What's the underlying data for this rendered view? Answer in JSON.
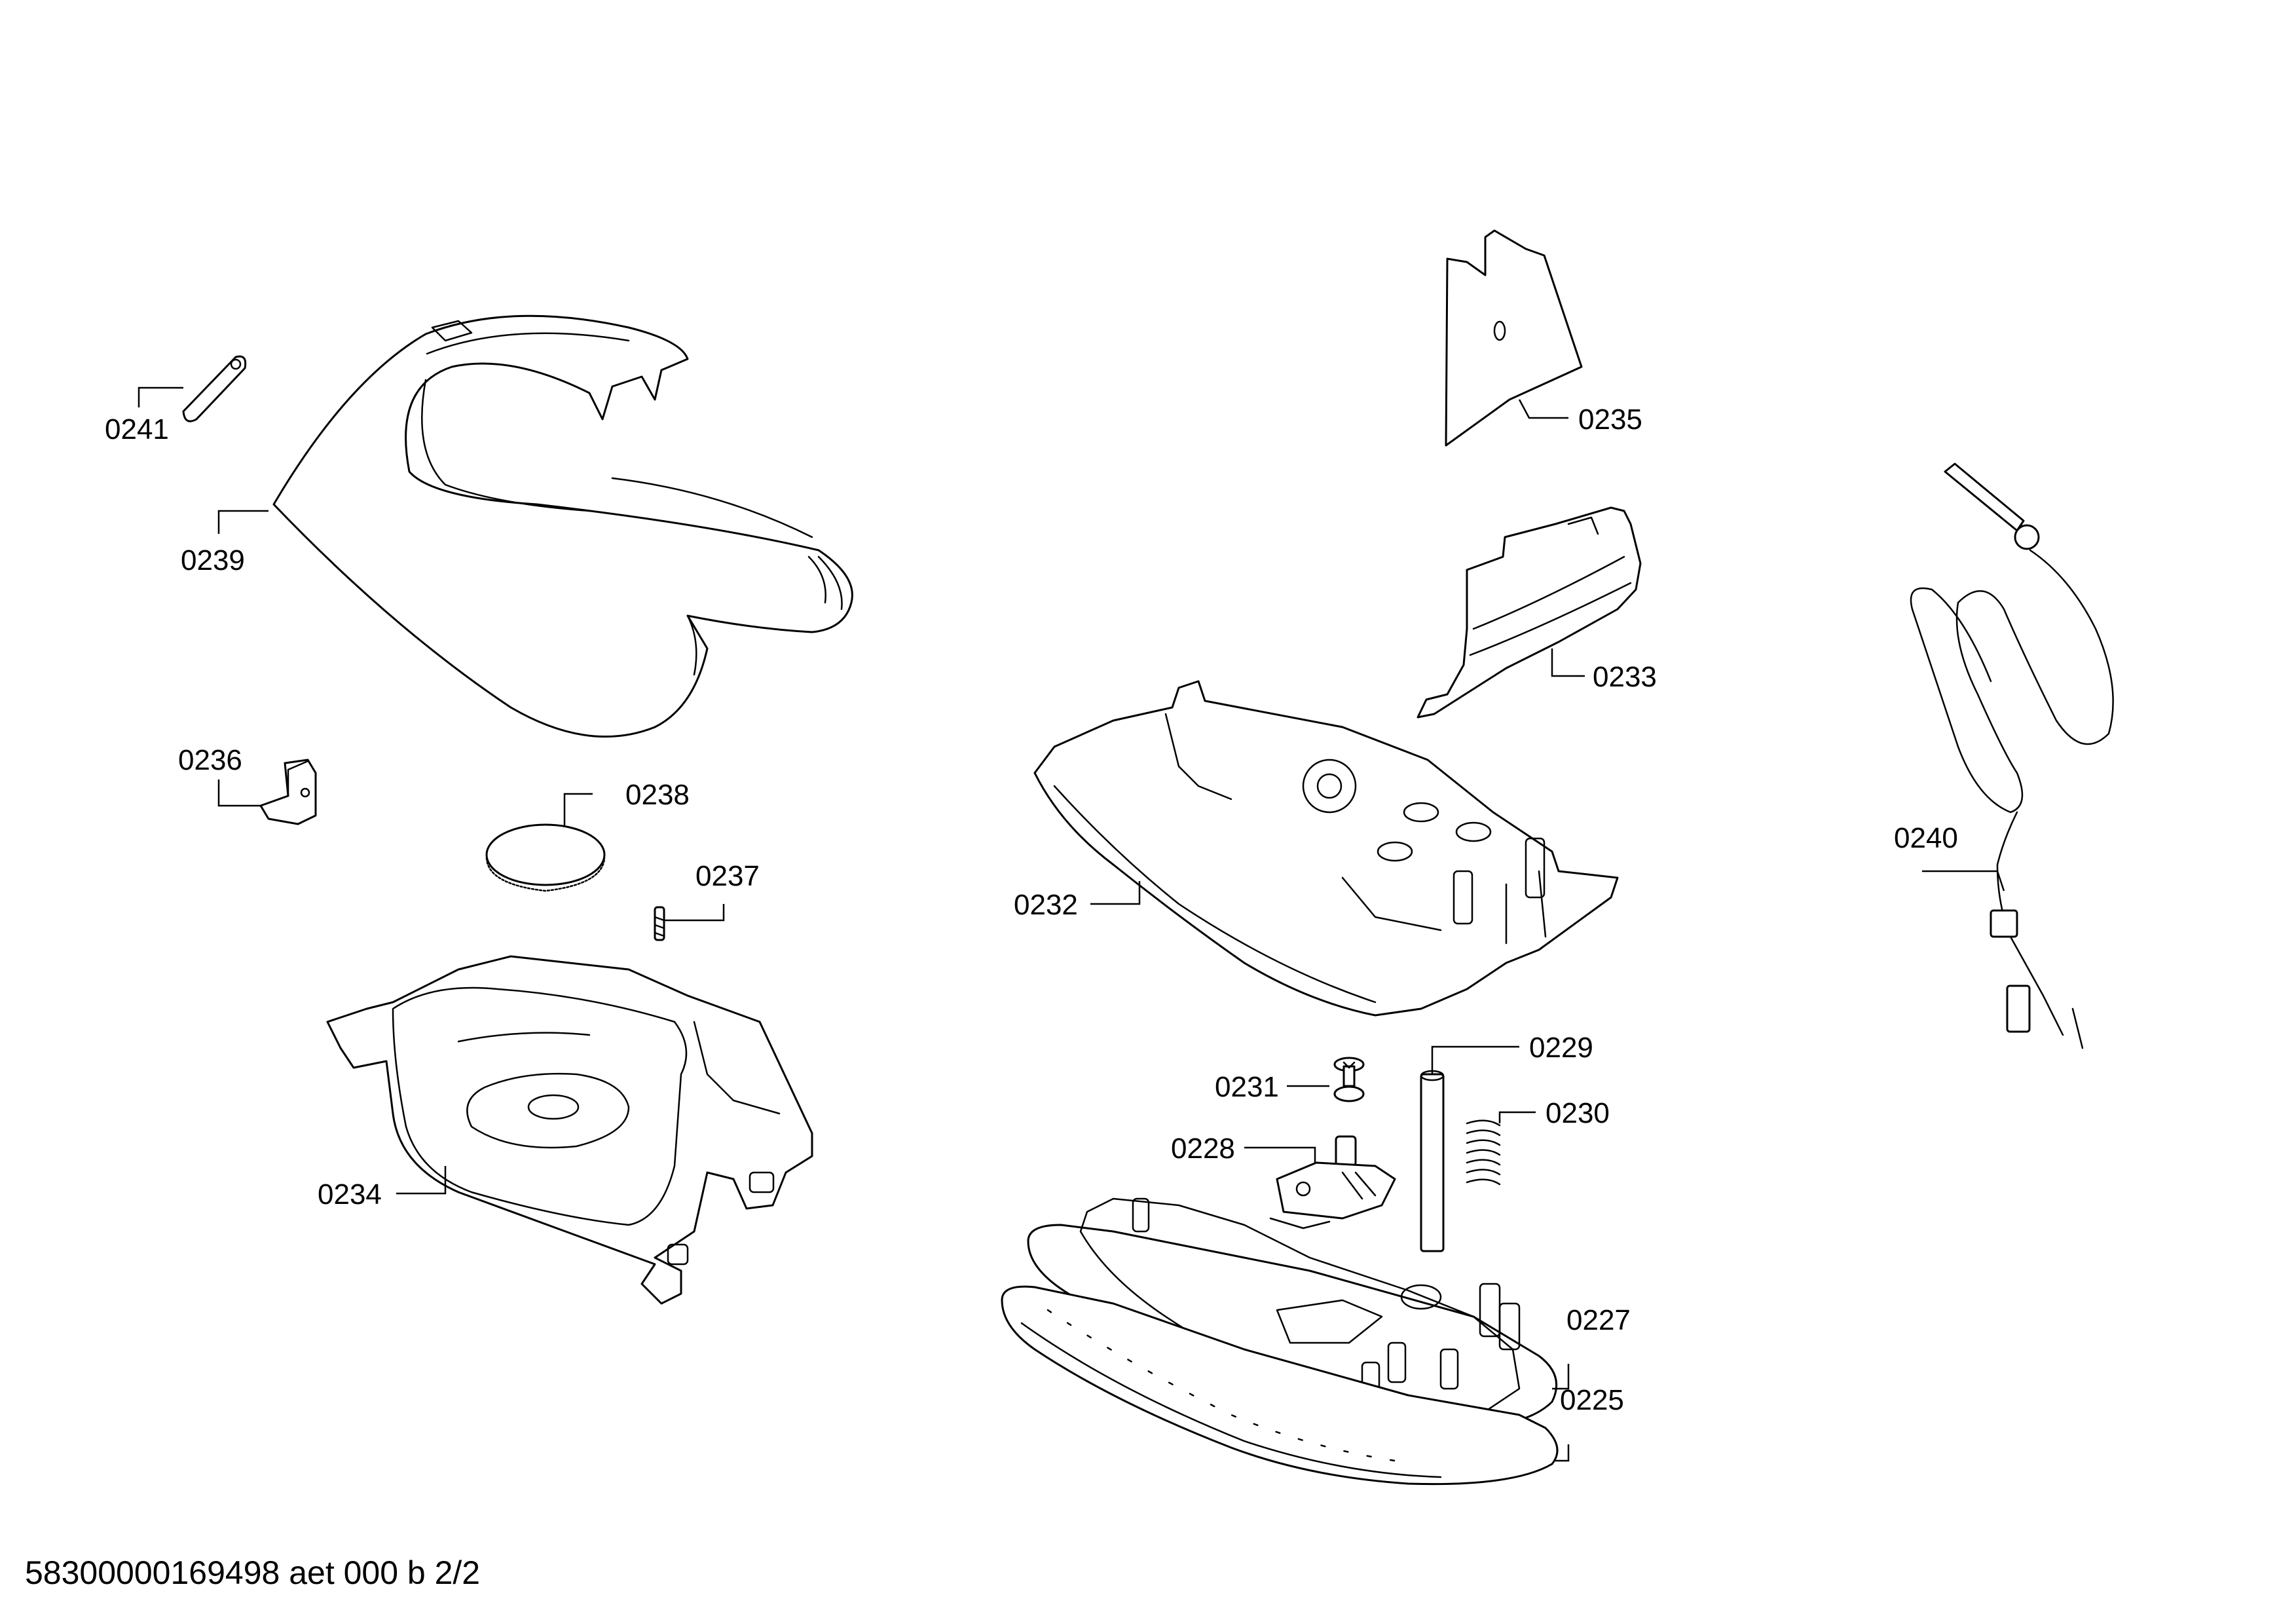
{
  "diagram": {
    "part_labels": [
      "0241",
      "0239",
      "0236",
      "0238",
      "0237",
      "0234",
      "0235",
      "0233",
      "0232",
      "0231",
      "0229",
      "0230",
      "0228",
      "0227",
      "0225",
      "0240"
    ],
    "footer": "58300000169498 aet 000 b 2/2"
  }
}
